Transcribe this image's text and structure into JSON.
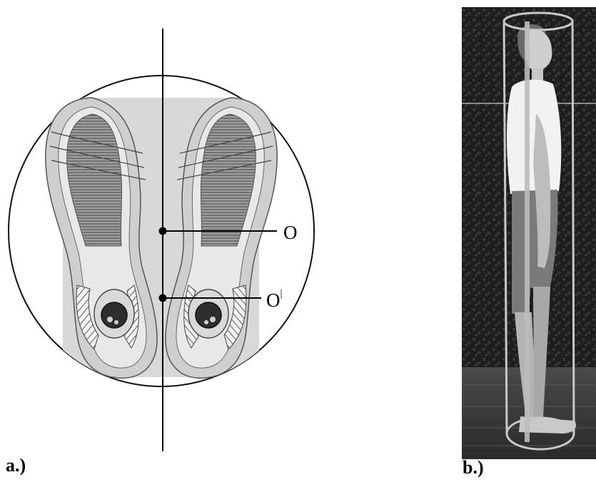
{
  "panel_a": {
    "label": "a.)",
    "points": {
      "o": "O",
      "o_prime": "O",
      "o_prime_mark": "|"
    }
  },
  "panel_b": {
    "label": "b.)"
  }
}
